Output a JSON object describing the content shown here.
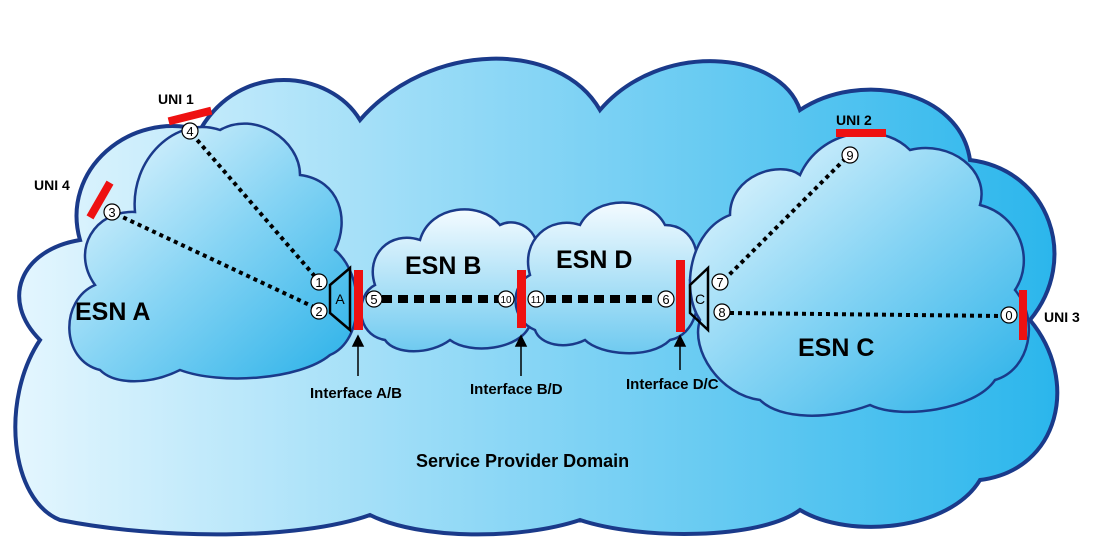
{
  "domain_label": "Service Provider Domain",
  "esns": [
    {
      "id": "A",
      "label": "ESN A"
    },
    {
      "id": "B",
      "label": "ESN B"
    },
    {
      "id": "D",
      "label": "ESN D"
    },
    {
      "id": "C",
      "label": "ESN C"
    }
  ],
  "unis": [
    {
      "id": "uni1",
      "label": "UNI 1"
    },
    {
      "id": "uni2",
      "label": "UNI 2"
    },
    {
      "id": "uni3",
      "label": "UNI 3"
    },
    {
      "id": "uni4",
      "label": "UNI 4"
    }
  ],
  "interfaces": [
    {
      "id": "ab",
      "label": "Interface A/B"
    },
    {
      "id": "bd",
      "label": "Interface B/D"
    },
    {
      "id": "dc",
      "label": "Interface D/C"
    }
  ],
  "gateways": [
    {
      "id": "gwA",
      "label": "A"
    },
    {
      "id": "gwC",
      "label": "C"
    }
  ],
  "nodes": [
    "0",
    "1",
    "2",
    "3",
    "4",
    "5",
    "6",
    "7",
    "8",
    "9",
    "10",
    "11"
  ],
  "colors": {
    "cloud_light": "#cfeefc",
    "cloud_mid": "#7fd0f2",
    "cloud_dark": "#1fa9e4",
    "outline": "#1a3a8a",
    "interface_bar": "#ee1111"
  }
}
